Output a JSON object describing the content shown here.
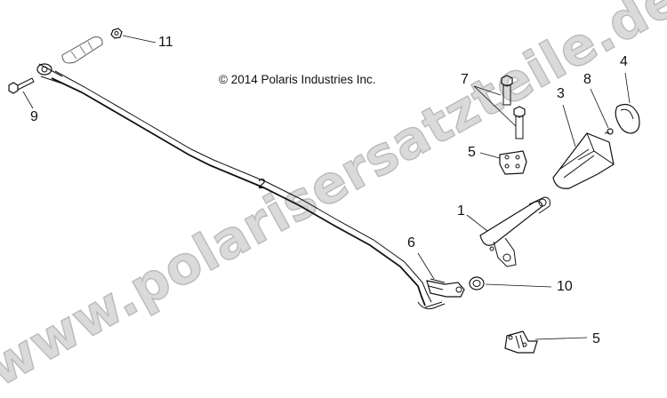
{
  "diagram": {
    "type": "exploded-parts-diagram",
    "copyright": "© 2014 Polaris Industries Inc.",
    "watermark": "www.polarisersatzteile.de",
    "colors": {
      "line": "#111111",
      "watermark_fill": "#d9d9d9",
      "watermark_stroke": "#b9b9b9",
      "background": "#ffffff"
    },
    "callouts": [
      {
        "id": "c1",
        "label": "1",
        "part": "shift lever bracket"
      },
      {
        "id": "c2",
        "label": "2",
        "part": "shift rod"
      },
      {
        "id": "c3",
        "label": "3",
        "part": "shift knob boot"
      },
      {
        "id": "c4",
        "label": "4",
        "part": "shift knob cap"
      },
      {
        "id": "c5a",
        "label": "5",
        "part": "bushing mount (upper)"
      },
      {
        "id": "c5b",
        "label": "5",
        "part": "bushing mount (lower)"
      },
      {
        "id": "c6",
        "label": "6",
        "part": "clip / retainer"
      },
      {
        "id": "c7",
        "label": "7",
        "part": "bolts (x2)"
      },
      {
        "id": "c8",
        "label": "8",
        "part": "bolt"
      },
      {
        "id": "c9",
        "label": "9",
        "part": "screw"
      },
      {
        "id": "c10",
        "label": "10",
        "part": "washer"
      },
      {
        "id": "c11",
        "label": "11",
        "part": "nut"
      }
    ]
  }
}
